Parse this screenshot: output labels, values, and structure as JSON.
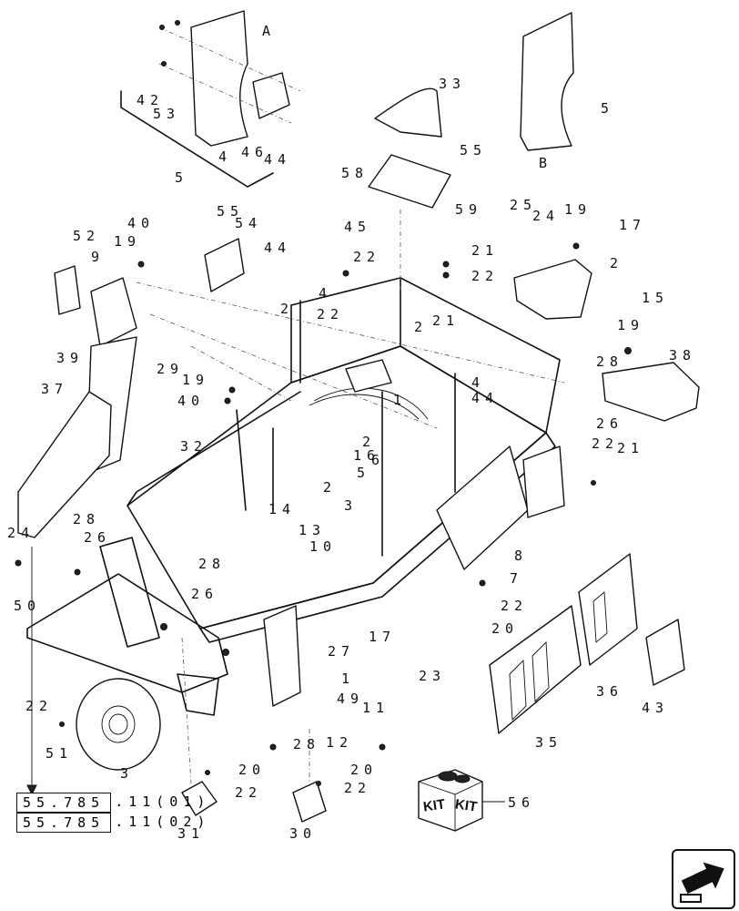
{
  "diagram": {
    "view_labels": [
      "A",
      "B"
    ],
    "callouts": [
      "42",
      "53",
      "4",
      "46",
      "44",
      "5",
      "33",
      "5",
      "55",
      "58",
      "59",
      "25",
      "24",
      "19",
      "17",
      "2",
      "52",
      "40",
      "19",
      "9",
      "55",
      "54",
      "44",
      "45",
      "22",
      "21",
      "22",
      "4",
      "2",
      "22",
      "2",
      "21",
      "15",
      "19",
      "38",
      "28",
      "26",
      "22",
      "21",
      "39",
      "37",
      "29",
      "19",
      "40",
      "32",
      "1",
      "4",
      "44",
      "2",
      "16",
      "5",
      "2",
      "6",
      "14",
      "13",
      "3",
      "10",
      "8",
      "7",
      "22",
      "20",
      "23",
      "24",
      "28",
      "26",
      "50",
      "28",
      "26",
      "27",
      "17",
      "1",
      "49",
      "11",
      "28",
      "12",
      "20",
      "22",
      "20",
      "22",
      "22",
      "51",
      "3",
      "31",
      "30",
      "56",
      "35",
      "36",
      "43"
    ],
    "reference_links": [
      {
        "code": "55.785",
        "suffix": ".11(01)"
      },
      {
        "code": "55.785",
        "suffix": ".11(02)"
      }
    ],
    "kit_label": "KIT",
    "icons": [
      "next-page-arrow-icon"
    ]
  }
}
